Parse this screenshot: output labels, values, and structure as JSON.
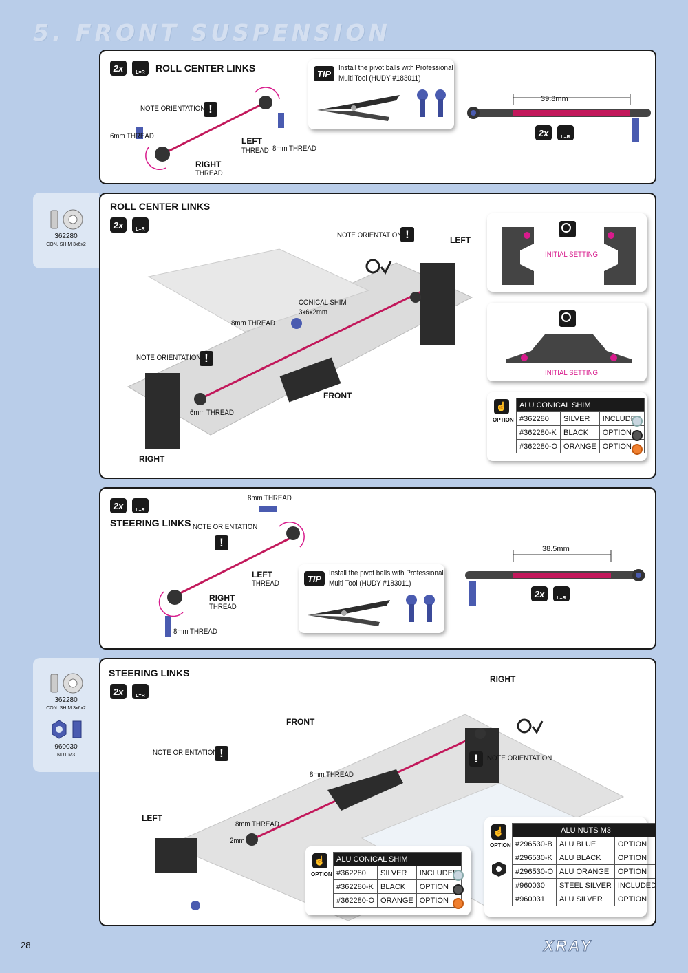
{
  "page": {
    "title": "5. FRONT SUSPENSION",
    "number": "28",
    "logo": "XRAY"
  },
  "panel1": {
    "qty": "2x",
    "lr": "L=R",
    "title": "ROLL CENTER LINKS",
    "note": "NOTE ORIENTATION",
    "labels": {
      "thread6": "6mm THREAD",
      "right": "RIGHT",
      "right_thread": "THREAD",
      "left": "LEFT",
      "left_thread": "THREAD",
      "thread8": "8mm THREAD"
    },
    "tip": {
      "chip": "TIP",
      "text1": "Install the pivot balls with Professional",
      "text2": "Multi Tool (HUDY #183011)"
    },
    "measure": "39.8mm",
    "qty2": "2x",
    "lr2": "L=R"
  },
  "panel2": {
    "qty": "2x",
    "lr": "L=R",
    "title": "ROLL CENTER LINKS",
    "note1": "NOTE ORIENTATION",
    "note2": "NOTE ORIENTATION",
    "labels": {
      "left": "LEFT",
      "conical1": "CONICAL SHIM",
      "conical2": "3x6x2mm",
      "thread8": "8mm THREAD",
      "thread6": "6mm THREAD",
      "front": "FRONT",
      "right": "RIGHT"
    },
    "detail1": {
      "tag": "DETAIL",
      "text": "INITIAL SETTING"
    },
    "detail2": {
      "tag": "DETAIL",
      "text": "INITIAL SETTING"
    },
    "option": {
      "label": "OPTION",
      "header": "ALU CONICAL SHIM",
      "rows": [
        [
          "#362280",
          "SILVER",
          "INCLUDED"
        ],
        [
          "#362280-K",
          "BLACK",
          "OPTION"
        ],
        [
          "#362280-O",
          "ORANGE",
          "OPTION"
        ]
      ]
    },
    "side": {
      "code": "362280",
      "name": "CON. SHIM 3x6x2"
    }
  },
  "panel3": {
    "qty": "2x",
    "lr": "L=R",
    "title": "STEERING LINKS",
    "note": "NOTE ORIENTATION",
    "labels": {
      "thread8_top": "8mm THREAD",
      "left": "LEFT",
      "left_thread": "THREAD",
      "right": "RIGHT",
      "right_thread": "THREAD",
      "thread8_bottom": "8mm THREAD"
    },
    "tip": {
      "chip": "TIP",
      "text1": "Install the pivot balls with Professional",
      "text2": "Multi Tool (HUDY #183011)"
    },
    "measure": "38.5mm",
    "qty2": "2x",
    "lr2": "L=R"
  },
  "panel4": {
    "qty": "2x",
    "lr": "L=R",
    "title": "STEERING LINKS",
    "note1": "NOTE ORIENTATION",
    "note2": "NOTE ORIENTATION",
    "labels": {
      "right": "RIGHT",
      "front": "FRONT",
      "thread8a": "8mm THREAD",
      "left": "LEFT",
      "thread8b": "8mm THREAD",
      "mm2": "2mm"
    },
    "option1": {
      "label": "OPTION",
      "header": "ALU CONICAL SHIM",
      "rows": [
        [
          "#362280",
          "SILVER",
          "INCLUDED"
        ],
        [
          "#362280-K",
          "BLACK",
          "OPTION"
        ],
        [
          "#362280-O",
          "ORANGE",
          "OPTION"
        ]
      ]
    },
    "option2": {
      "label": "OPTION",
      "header": "ALU NUTS M3",
      "rows": [
        [
          "#296530-B",
          "ALU BLUE",
          "OPTION"
        ],
        [
          "#296530-K",
          "ALU BLACK",
          "OPTION"
        ],
        [
          "#296530-O",
          "ALU ORANGE",
          "OPTION"
        ],
        [
          "#960030",
          "STEEL SILVER",
          "INCLUDED"
        ],
        [
          "#960031",
          "ALU SILVER",
          "OPTION"
        ]
      ]
    },
    "side": {
      "code1": "362280",
      "name1": "CON. SHIM 3x6x2",
      "code2": "960030",
      "name2": "NUT M3"
    }
  },
  "colors": {
    "background": "#b9cde9",
    "accent": "#d81b8c",
    "parts_blue": "#4a5bb0"
  }
}
